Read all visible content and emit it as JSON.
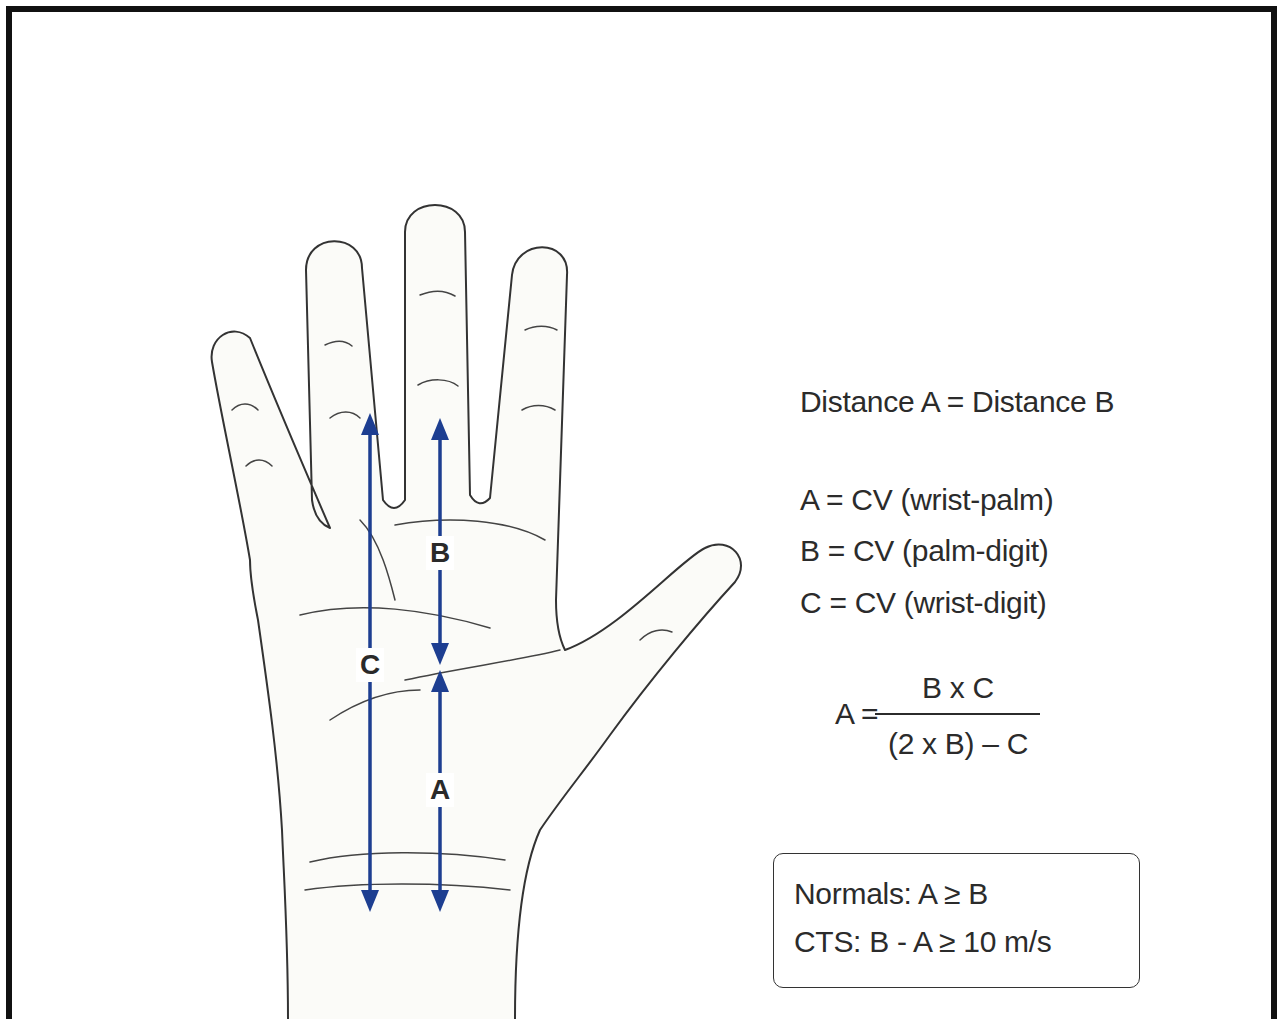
{
  "diagram": {
    "nodes": [
      {
        "text": [
          "Normals: A ≥ B",
          "CTS: B - A ≥ 10 m/s"
        ]
      }
    ],
    "labels": [
      "C",
      "B",
      "A",
      "Distance A = Distance B",
      "A = CV (wrist-palm)",
      "B = CV (palm-digit)",
      "C = CV (wrist-digit)",
      "A =",
      "B x C",
      "(2 x B) – C"
    ]
  }
}
